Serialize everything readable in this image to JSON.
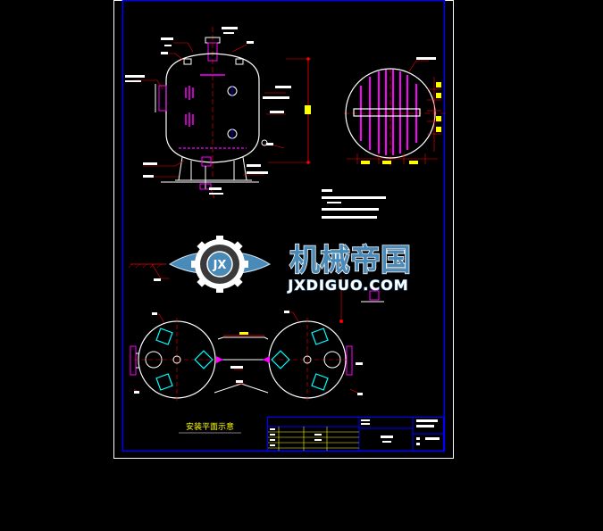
{
  "watermark": {
    "cn": "机械帝国",
    "en": "JXDIGUO.COM",
    "logo_letters": "JX"
  },
  "labels": {
    "plan_title": "安装平面示意"
  },
  "colors": {
    "background": "#000000",
    "sheet_border": "#ffffff",
    "frame": "#0000ff",
    "vessel": "#ffffff",
    "dimension": "#ff0000",
    "leader": "#ff0000",
    "centerline": "#ff0000",
    "distributor": "#ff00ff",
    "flange": "#ff00ff",
    "hatch": "#00ffff",
    "notes": "#ffffff",
    "title_block": "#ffff00",
    "watermark_fill": "#4a8ab8",
    "watermark_text": "#ffffff"
  }
}
